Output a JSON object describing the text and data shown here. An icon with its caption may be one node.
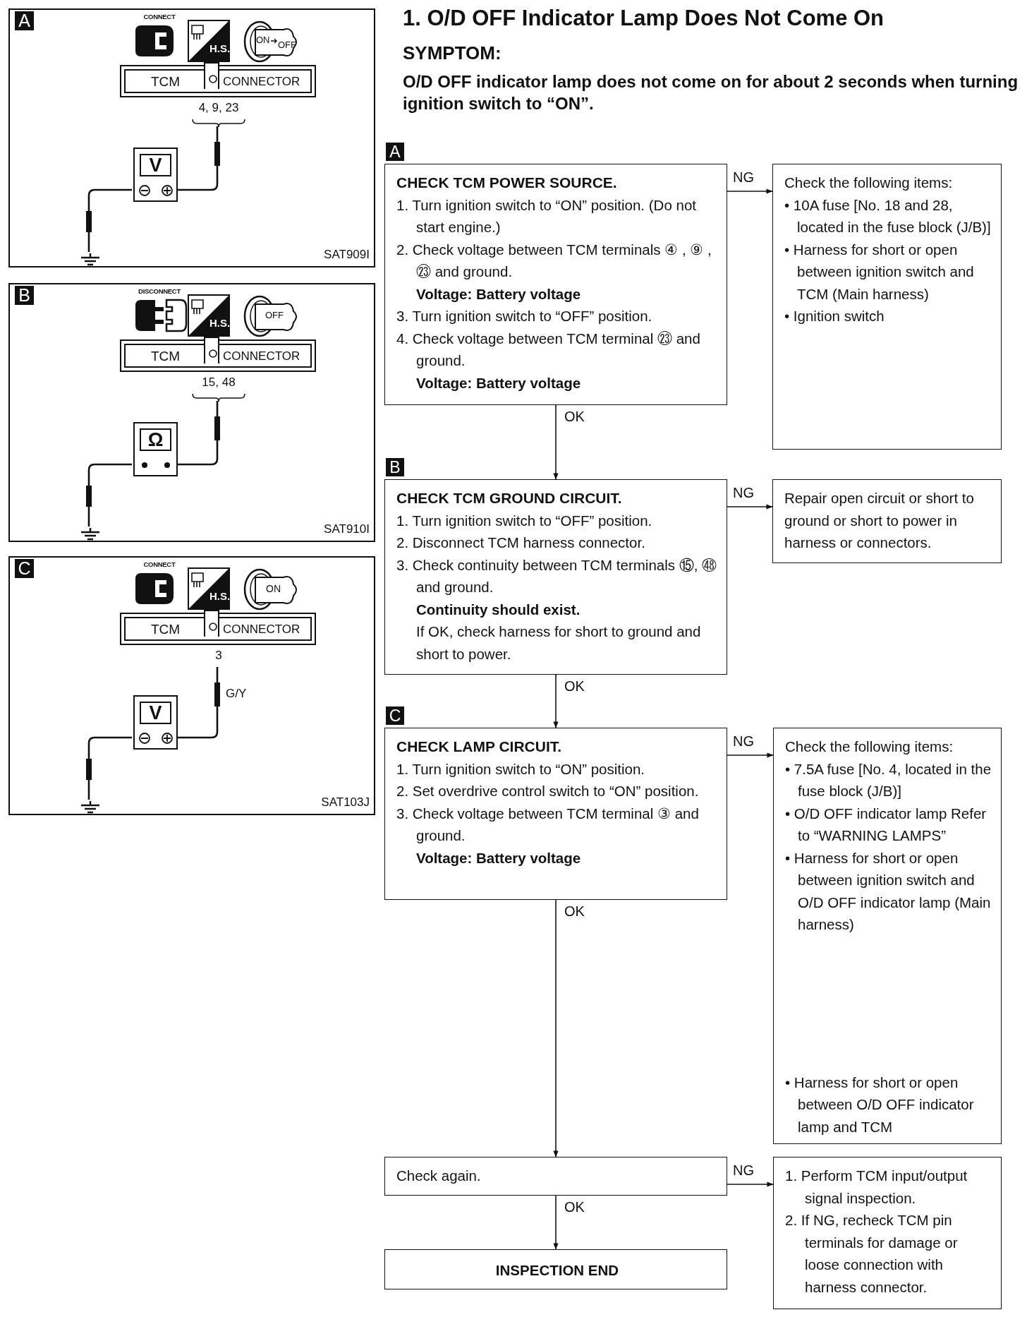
{
  "diagram": {
    "title": "1. O/D OFF Indicator Lamp Does Not Come On",
    "nodes": [
      {
        "text": [
          "CHECK TCM POWER SOURCE.",
          "1. Turn ignition switch to “ON” position. (Do not start engine.)",
          "2. Check voltage between TCM terminals ④ , ⑨ , ㉓ and ground.",
          "Voltage: Battery voltage",
          "3. Turn ignition switch to “OFF” position.",
          "4. Check voltage between TCM terminal ㉓ and ground.",
          "Voltage: Battery voltage"
        ],
        "beside": [
          "A"
        ]
      },
      {
        "text": [
          "Check the following items:",
          "• 10A fuse [No. 18 and 28, located in the fuse block (J/B)]",
          "• Harness for short or open between ignition switch and TCM (Main harness)",
          "• Ignition switch"
        ]
      },
      {
        "text": [
          "CHECK TCM GROUND CIRCUIT.",
          "1. Turn ignition switch to “OFF” position.",
          "2. Disconnect TCM harness connector.",
          "3. Check continuity between TCM terminals ⑮, ㊽ and ground.",
          "Continuity should exist.",
          "If OK, check harness for short to ground and short to power."
        ],
        "beside": [
          "B"
        ]
      },
      {
        "text": [
          "Repair open circuit or short to ground or short to power in harness or connectors."
        ]
      },
      {
        "text": [
          "CHECK LAMP CIRCUIT.",
          "1. Turn ignition switch to “ON” position.",
          "2. Set overdrive control switch to “ON” position.",
          "3. Check voltage between TCM terminal ③ and ground.",
          "Voltage: Battery voltage"
        ],
        "beside": [
          "C"
        ]
      },
      {
        "text": [
          "Check the following items:",
          "• 7.5A fuse [No. 4, located in the fuse block (J/B)]",
          "• O/D OFF indicator lamp Refer to “WARNING LAMPS”",
          "• Harness for short or open between ignition switch and O/D OFF indicator lamp (Main harness)",
          "• Harness for short or open between O/D OFF indicator lamp and TCM"
        ]
      },
      {
        "text": [
          "Check again."
        ]
      },
      {
        "text": [
          "1. Perform TCM input/output signal inspection.",
          "2. If NG, recheck TCM pin terminals for damage or loose connection with harness connector."
        ]
      },
      {
        "text": [
          "INSPECTION END"
        ]
      },
      {
        "text": [
          "A",
          "CONNECT",
          "H.S.",
          "ON",
          "OFF",
          "SAT909I"
        ]
      },
      {
        "text": [
          "TCM",
          "CONNECTOR"
        ],
        "in": 9
      },
      {
        "text": [
          "4, 9, 23"
        ],
        "in": 9
      },
      {
        "text": [
          "V"
        ],
        "in": 9
      },
      {
        "text": [],
        "shape": "ground",
        "in": 9
      },
      {
        "text": [
          "B",
          "DISCONNECT",
          "H.S.",
          "OFF",
          "SAT910I"
        ]
      },
      {
        "text": [
          "TCM",
          "CONNECTOR"
        ],
        "in": 14
      },
      {
        "text": [
          "15, 48"
        ],
        "in": 14
      },
      {
        "text": [
          "Ω"
        ],
        "in": 14
      },
      {
        "text": [],
        "shape": "ground",
        "in": 14
      },
      {
        "text": [
          "C",
          "CONNECT",
          "H.S.",
          "ON",
          "SAT103J"
        ]
      },
      {
        "text": [
          "TCM",
          "CONNECTOR"
        ],
        "in": 19
      },
      {
        "text": [
          "3"
        ],
        "in": 19
      },
      {
        "text": [
          "V"
        ],
        "in": 19
      },
      {
        "text": [],
        "shape": "ground",
        "in": 19
      }
    ],
    "edges": [
      {
        "from": 0,
        "to": 1,
        "arrow": "to",
        "label": "NG"
      },
      {
        "from": 0,
        "to": 2,
        "arrow": "to",
        "label": "OK"
      },
      {
        "from": 2,
        "to": 3,
        "arrow": "to",
        "label": "NG"
      },
      {
        "from": 2,
        "to": 4,
        "arrow": "to",
        "label": "OK"
      },
      {
        "from": 4,
        "to": 5,
        "arrow": "to",
        "label": "NG"
      },
      {
        "from": 4,
        "to": 6,
        "arrow": "to",
        "label": "OK"
      },
      {
        "from": 6,
        "to": 7,
        "arrow": "to",
        "label": "NG"
      },
      {
        "from": 6,
        "to": 8,
        "arrow": "to",
        "label": "OK"
      },
      {
        "from": 11,
        "to": 12,
        "arrow": "none"
      },
      {
        "from": 12,
        "to": 13,
        "arrow": "none"
      },
      {
        "from": 16,
        "to": 17,
        "arrow": "none"
      },
      {
        "from": 17,
        "to": 18,
        "arrow": "none"
      },
      {
        "from": 21,
        "to": 22,
        "arrow": "none",
        "label": "G/Y"
      },
      {
        "from": 22,
        "to": 23,
        "arrow": "none"
      }
    ],
    "labels": [
      "SYMPTOM:",
      "O/D OFF indicator lamp does not come on for about 2 seconds when turning ignition switch to “ON”."
    ]
  }
}
